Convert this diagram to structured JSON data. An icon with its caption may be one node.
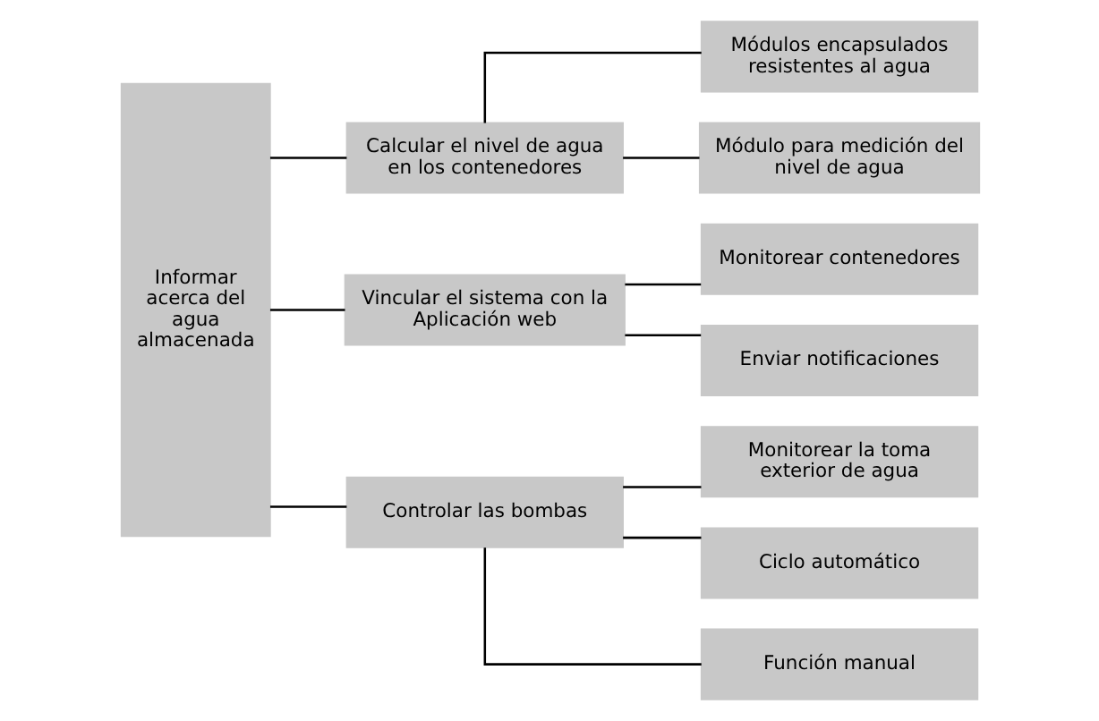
{
  "diagram": {
    "nodes": [
      {
        "text": [
          "Informar acerca del agua almacenada"
        ]
      },
      {
        "text": [
          "Calcular el nivel de agua en los contenedores"
        ]
      },
      {
        "text": [
          "Vincular el sistema con la Aplicación web"
        ]
      },
      {
        "text": [
          "Controlar las bombas"
        ]
      },
      {
        "text": [
          "Módulos encapsulados resistentes al agua"
        ]
      },
      {
        "text": [
          "Módulo para medición del nivel de agua"
        ]
      },
      {
        "text": [
          "Monitorear contenedores"
        ]
      },
      {
        "text": [
          "Enviar notificaciones"
        ]
      },
      {
        "text": [
          "Monitorear la toma exterior de agua"
        ]
      },
      {
        "text": [
          "Ciclo automático"
        ]
      },
      {
        "text": [
          "Función manual"
        ]
      }
    ],
    "edges": [
      {
        "from": 0,
        "to": 1,
        "arrow": "none"
      },
      {
        "from": 0,
        "to": 2,
        "arrow": "none"
      },
      {
        "from": 0,
        "to": 3,
        "arrow": "none"
      },
      {
        "from": 1,
        "to": 4,
        "arrow": "none"
      },
      {
        "from": 1,
        "to": 5,
        "arrow": "none"
      },
      {
        "from": 2,
        "to": 6,
        "arrow": "none"
      },
      {
        "from": 2,
        "to": 7,
        "arrow": "none"
      },
      {
        "from": 3,
        "to": 8,
        "arrow": "none"
      },
      {
        "from": 3,
        "to": 9,
        "arrow": "none"
      },
      {
        "from": 3,
        "to": 10,
        "arrow": "none"
      }
    ]
  }
}
